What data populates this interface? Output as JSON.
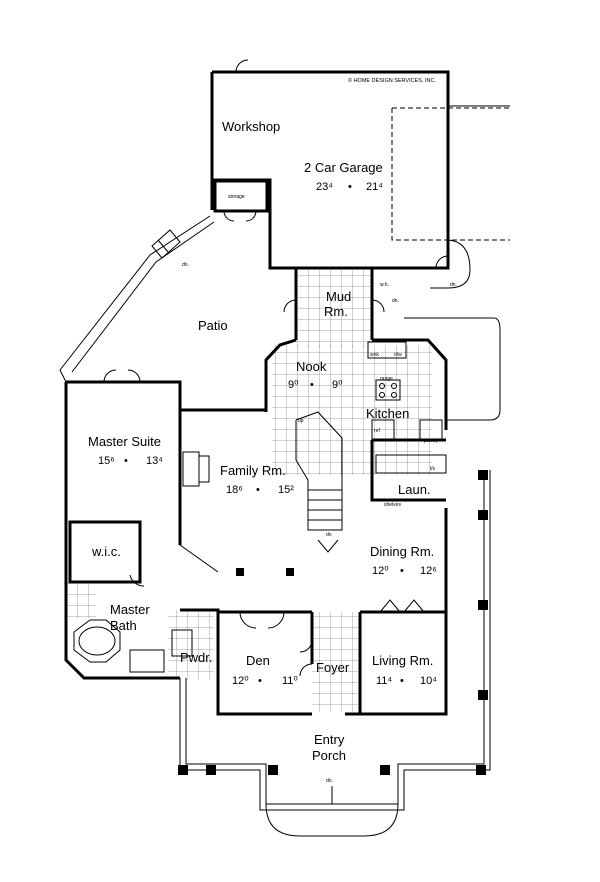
{
  "copyright": "© HOME DESIGN SERVICES, INC.",
  "rooms": {
    "workshop": {
      "name": "Workshop"
    },
    "garage": {
      "name": "2 Car Garage",
      "dim_w": "23⁴",
      "dim_d": "21⁴"
    },
    "storage": {
      "name": "storage"
    },
    "patio": {
      "name": "Patio"
    },
    "mud": {
      "name_l1": "Mud",
      "name_l2": "Rm."
    },
    "nook": {
      "name": "Nook",
      "dim_w": "9⁰",
      "dim_d": "9⁰"
    },
    "kitchen": {
      "name": "Kitchen"
    },
    "pantry": {
      "name": "pantry"
    },
    "ref": {
      "name": "ref"
    },
    "master_suite": {
      "name": "Master Suite",
      "dim_w": "15⁶",
      "dim_d": "13⁴"
    },
    "family": {
      "name": "Family Rm.",
      "dim_w": "18⁶",
      "dim_d": "15²"
    },
    "laundry": {
      "name": "Laun."
    },
    "shelves": {
      "name": "shelves"
    },
    "dining": {
      "name": "Dining Rm.",
      "dim_w": "12⁰",
      "dim_d": "12⁶"
    },
    "wic": {
      "name": "w.i.c."
    },
    "master_bath": {
      "name_l1": "Master",
      "name_l2": "Bath"
    },
    "powder": {
      "name": "Pwdr."
    },
    "den": {
      "name": "Den",
      "dim_w": "12⁰",
      "dim_d": "11⁰"
    },
    "foyer": {
      "name": "Foyer"
    },
    "living": {
      "name": "Living Rm.",
      "dim_w": "11⁴",
      "dim_d": "10⁴"
    },
    "entry_porch": {
      "name_l1": "Entry",
      "name_l2": "Porch"
    }
  },
  "small_labels": {
    "dn_patio": "dn.",
    "dn_garage": "dn.",
    "dn_side": "dn.",
    "dn_porch": "dn.",
    "up_stair": "up",
    "dn_stair": "dn",
    "sink": "sink",
    "dw": "d/w",
    "range": "range",
    "wh": "w.h.",
    "ls": "l/s"
  }
}
